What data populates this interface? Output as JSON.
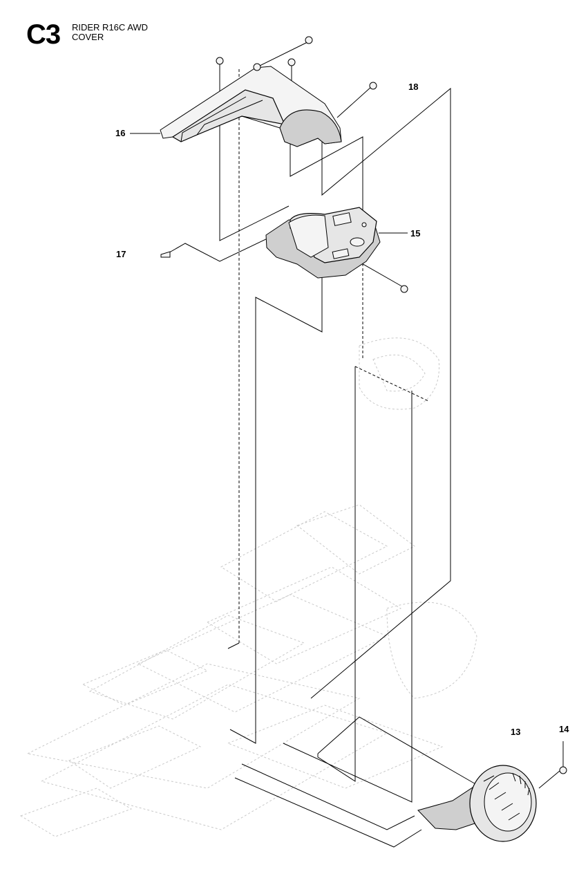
{
  "header": {
    "code": "C3",
    "title": "RIDER R16C AWD",
    "subtitle": "COVER"
  },
  "callouts": [
    {
      "id": "c16",
      "label": "16"
    },
    {
      "id": "c18",
      "label": "18"
    },
    {
      "id": "c15",
      "label": "15"
    },
    {
      "id": "c17",
      "label": "17"
    },
    {
      "id": "c13",
      "label": "13"
    },
    {
      "id": "c14",
      "label": "14"
    }
  ]
}
